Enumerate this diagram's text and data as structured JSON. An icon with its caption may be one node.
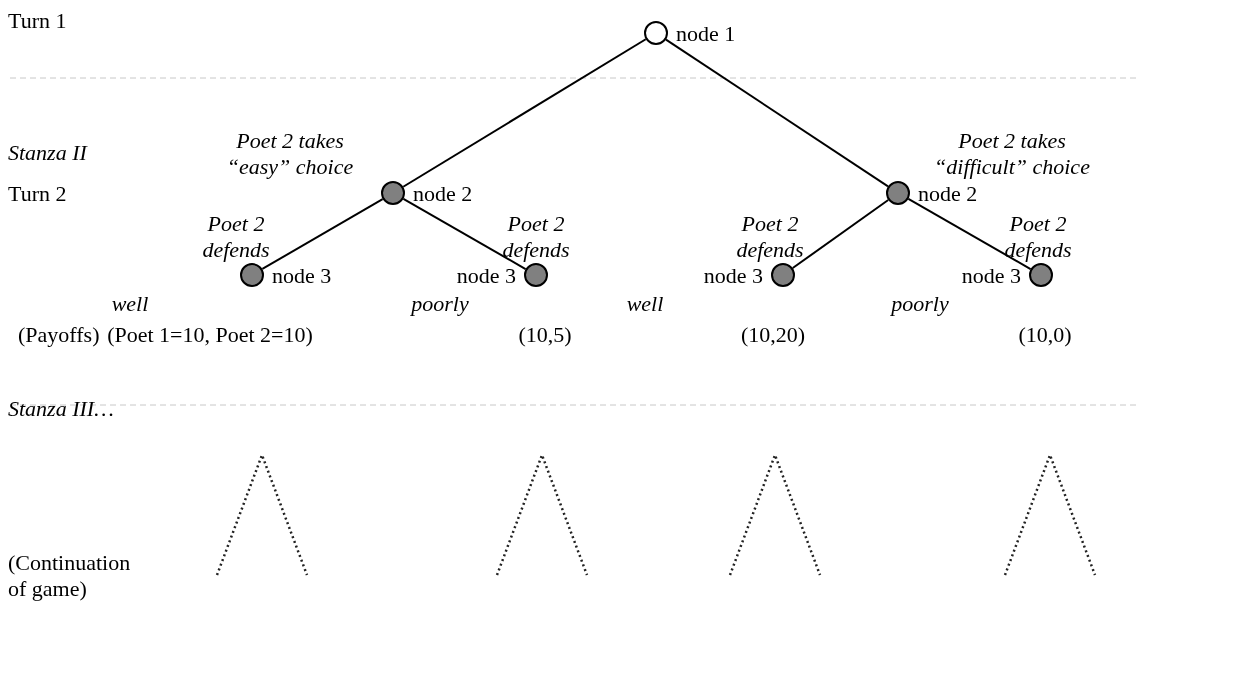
{
  "diagram": {
    "nodes": [
      {
        "text": [],
        "shape": "circle",
        "beside": [
          "node 1"
        ]
      },
      {
        "text": [],
        "shape": "circle",
        "beside": [
          "node 2"
        ]
      },
      {
        "text": [],
        "shape": "circle",
        "beside": [
          "node 2"
        ]
      },
      {
        "text": [],
        "shape": "circle",
        "beside": [
          "node 3",
          "(Poet 1=10, Poet 2=10)"
        ]
      },
      {
        "text": [],
        "shape": "circle",
        "beside": [
          "node 3",
          "(10,5)"
        ]
      },
      {
        "text": [],
        "shape": "circle",
        "beside": [
          "node 3",
          "(10,20)"
        ]
      },
      {
        "text": [],
        "shape": "circle",
        "beside": [
          "node 3",
          "(10,0)"
        ]
      }
    ],
    "edges": [
      {
        "from": 0,
        "to": 1,
        "arrow": "none",
        "label": "Poet 2 takes “easy” choice"
      },
      {
        "from": 0,
        "to": 2,
        "arrow": "none",
        "label": "Poet 2 takes “difficult” choice"
      },
      {
        "from": 1,
        "to": 3,
        "arrow": "none",
        "label": "Poet 2 defends"
      },
      {
        "from": 1,
        "to": 4,
        "arrow": "none",
        "label": "Poet 2 defends"
      },
      {
        "from": 2,
        "to": 5,
        "arrow": "none",
        "label": "Poet 2 defends"
      },
      {
        "from": 2,
        "to": 6,
        "arrow": "none",
        "label": "Poet 2 defends"
      }
    ],
    "labels": [
      "Turn 1",
      "Stanza II",
      "Turn 2",
      "well",
      "poorly",
      "well",
      "poorly",
      "(Payoffs)",
      "Stanza III…",
      "(Continuation of game)"
    ]
  }
}
